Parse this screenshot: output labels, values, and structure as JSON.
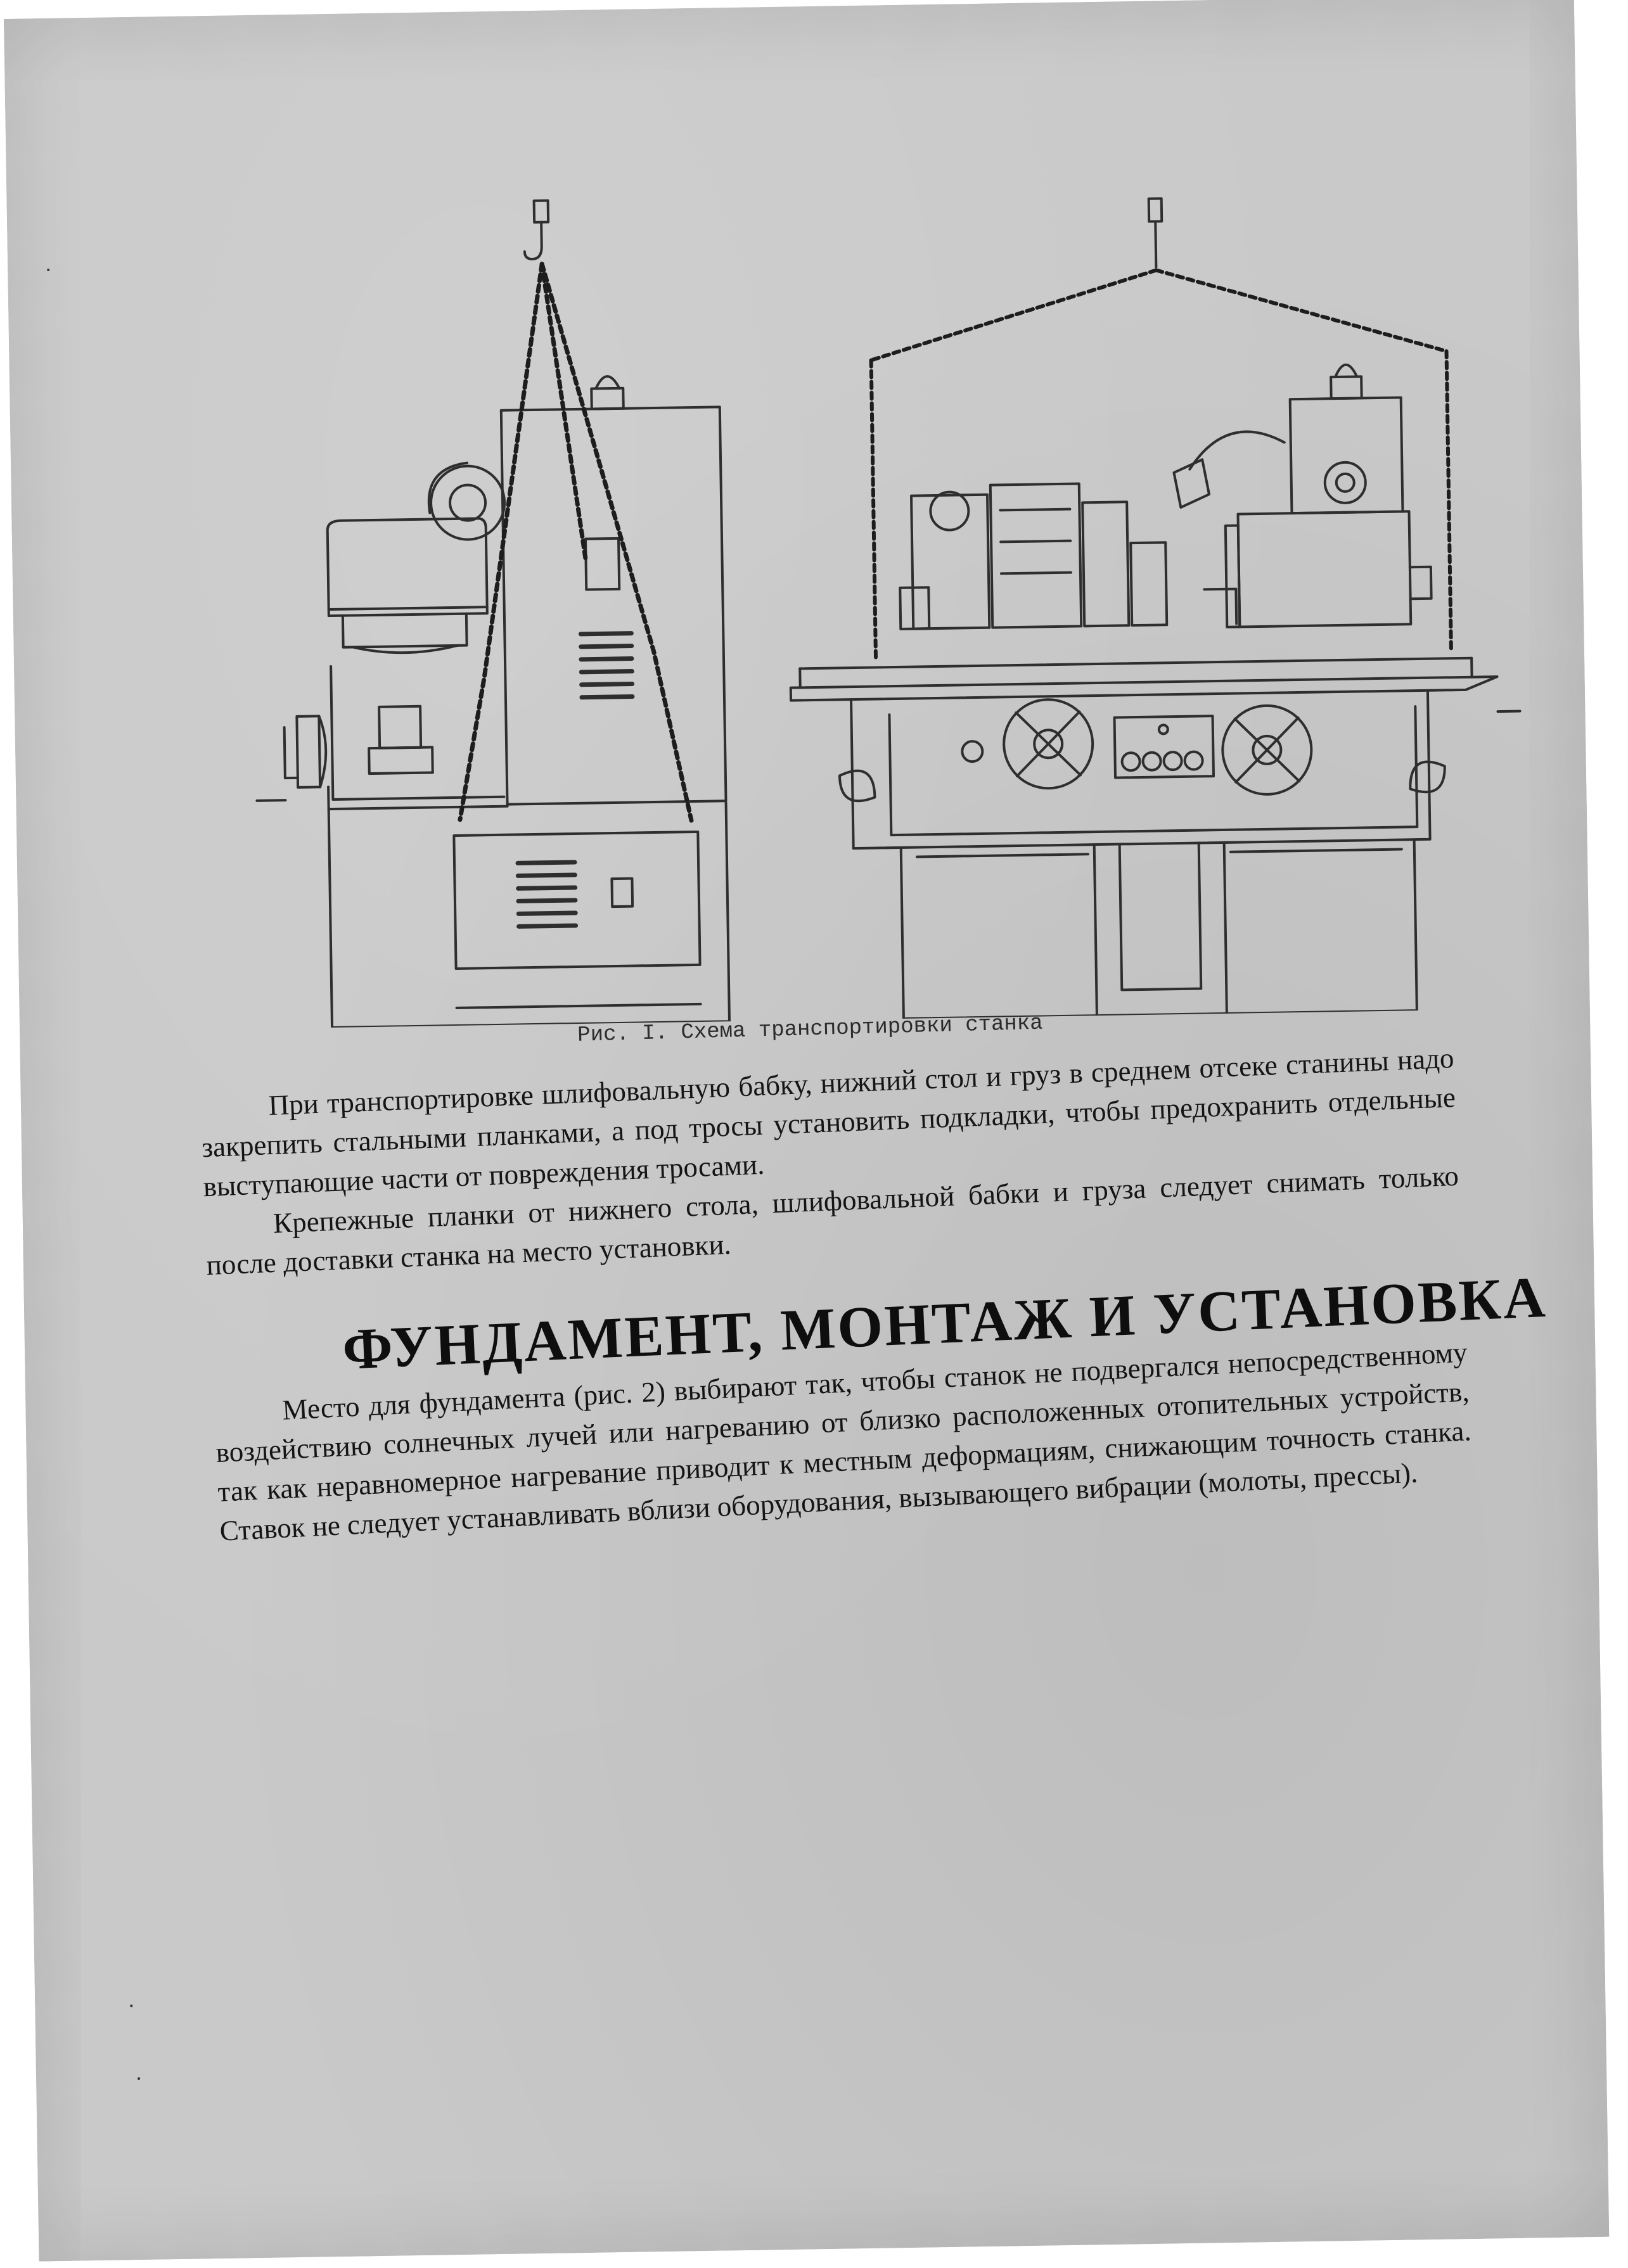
{
  "figure": {
    "caption": "Рис. I.  Схема транспортировки станка"
  },
  "transport_text": {
    "paragraphs": [
      "При транспортировке шлифовальную бабку, нижний стол и груз в среднем отсеке станины надо закрепить стальными планками, а под тросы установить подкладки, чтобы предохранить отдельные выступающие части от повреждения тросами.",
      "Крепежные планки от нижнего стола, шлифовальной бабки и груза следует снимать только после доставки станка на место установки."
    ]
  },
  "section": {
    "heading": "ФУНДАМЕНТ, МОНТАЖ И УСТАНОВКА",
    "paragraphs": [
      "Место для фундамента (рис. 2) выбирают так, чтобы станок не подвергался непосредственному воздействию солнечных лучей или нагреванию от близко расположенных отопительных устройств, так как неравномерное нагревание приводит к местным деформациям, снижающим точность станка. Ставок не следует устанавливать вблизи оборудования, вызывающего вибрации (молоты, прессы)."
    ]
  }
}
